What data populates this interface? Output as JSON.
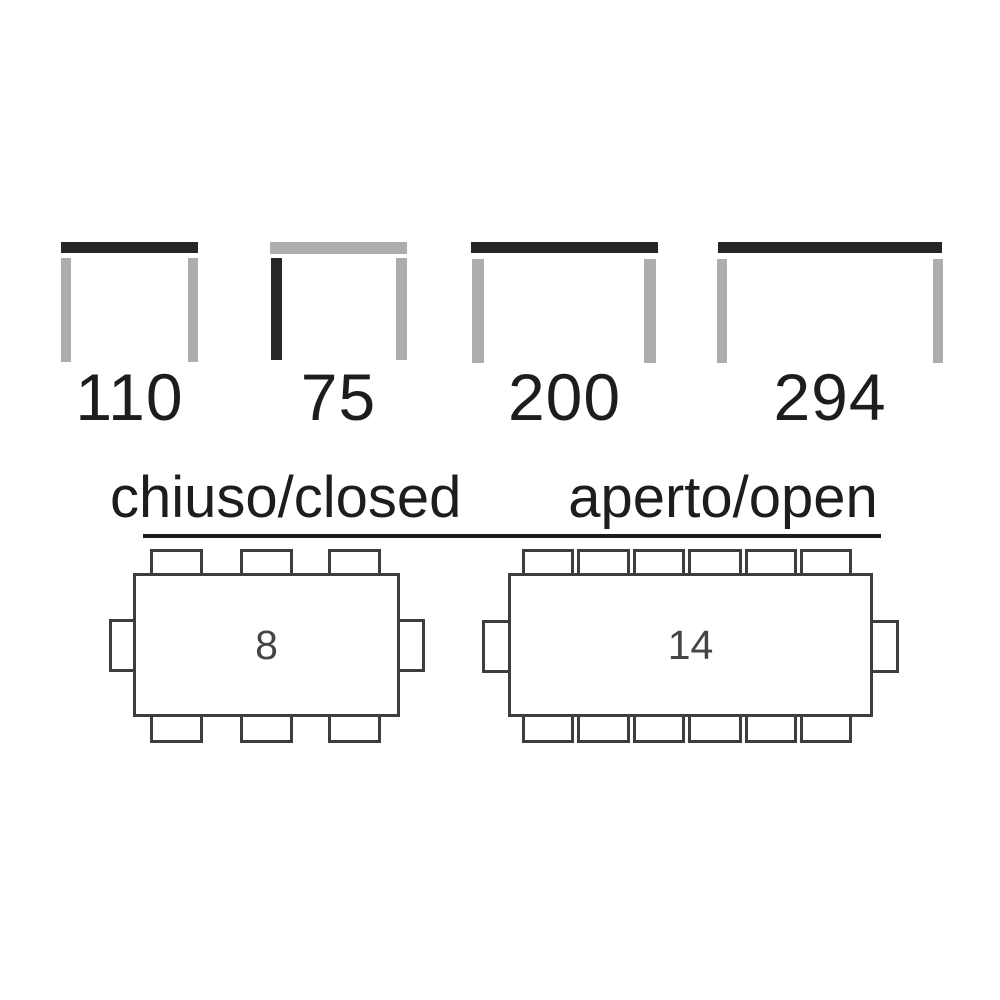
{
  "dimension_diagrams": [
    {
      "value": "110"
    },
    {
      "value": "75"
    },
    {
      "value": "200"
    },
    {
      "value": "294"
    }
  ],
  "closed_section": {
    "title": "chiuso/closed",
    "capacity": "8"
  },
  "open_section": {
    "title": "aperto/open",
    "capacity": "14"
  },
  "colors": {
    "dark_bar": "#262626",
    "gray_bar": "#adadad",
    "plan_outline": "#3d3d3d",
    "label_text": "#1d1d1f",
    "capacity_text": "#454545"
  }
}
